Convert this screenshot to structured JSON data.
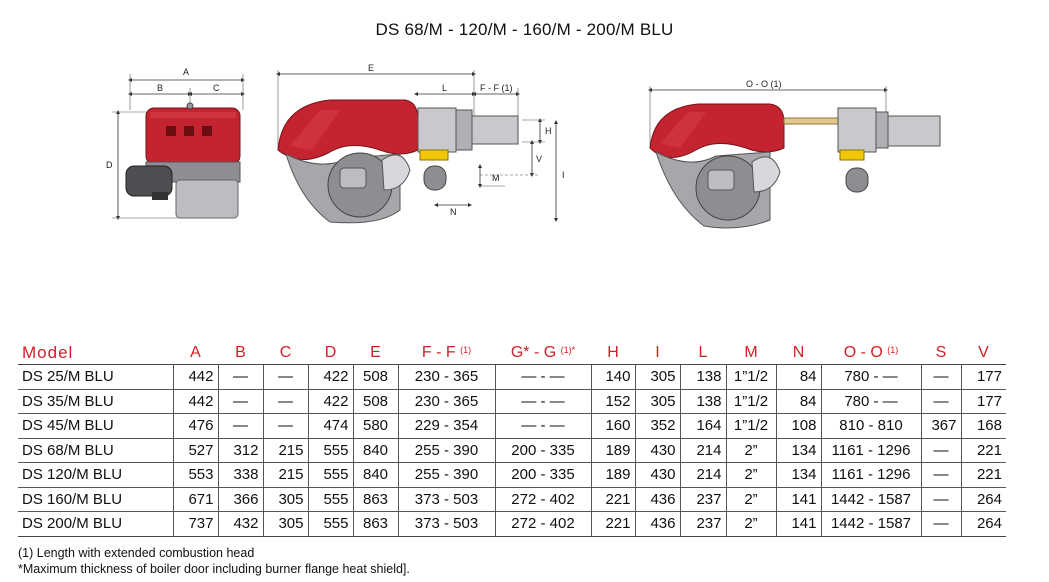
{
  "title": "DS 68/M - 120/M - 160/M - 200/M BLU",
  "drawing_labels": {
    "a": "A",
    "b": "B",
    "c": "C",
    "d": "D",
    "e": "E",
    "l": "L",
    "ff": "F - F (1)",
    "h": "H",
    "v": "V",
    "m": "M",
    "n": "N",
    "i": "I",
    "oo": "O - O (1)"
  },
  "colors": {
    "accent": "#d41f26",
    "burner_red": "#c4242f",
    "body_grey": "#a7a7ab"
  },
  "table": {
    "headers": [
      "Model",
      "A",
      "B",
      "C",
      "D",
      "E",
      "F - F",
      "G* - G",
      "H",
      "I",
      "L",
      "M",
      "N",
      "O - O",
      "S",
      "V"
    ],
    "header_sups": {
      "6": "(1)",
      "7": "(1)*",
      "13": "(1)"
    },
    "rows": [
      [
        "DS 25/M BLU",
        "442",
        "—",
        "—",
        "422",
        "508",
        "230 - 365",
        "— - —",
        "140",
        "305",
        "138",
        "1”1/2",
        "84",
        "780 - —",
        "—",
        "177"
      ],
      [
        "DS 35/M BLU",
        "442",
        "—",
        "—",
        "422",
        "508",
        "230 - 365",
        "— - —",
        "152",
        "305",
        "138",
        "1”1/2",
        "84",
        "780 - —",
        "—",
        "177"
      ],
      [
        "DS 45/M BLU",
        "476",
        "—",
        "—",
        "474",
        "580",
        "229 - 354",
        "— - —",
        "160",
        "352",
        "164",
        "1”1/2",
        "108",
        "810 - 810",
        "367",
        "168"
      ],
      [
        "DS 68/M BLU",
        "527",
        "312",
        "215",
        "555",
        "840",
        "255 - 390",
        "200 - 335",
        "189",
        "430",
        "214",
        "2”",
        "134",
        "1161 - 1296",
        "—",
        "221"
      ],
      [
        "DS 120/M BLU",
        "553",
        "338",
        "215",
        "555",
        "840",
        "255 - 390",
        "200 - 335",
        "189",
        "430",
        "214",
        "2”",
        "134",
        "1161 - 1296",
        "—",
        "221"
      ],
      [
        "DS 160/M BLU",
        "671",
        "366",
        "305",
        "555",
        "863",
        "373 - 503",
        "272 - 402",
        "221",
        "436",
        "237",
        "2”",
        "141",
        "1442 - 1587",
        "—",
        "264"
      ],
      [
        "DS 200/M BLU",
        "737",
        "432",
        "305",
        "555",
        "863",
        "373 - 503",
        "272 - 402",
        "221",
        "436",
        "237",
        "2”",
        "141",
        "1442 - 1587",
        "—",
        "264"
      ]
    ]
  },
  "notes": [
    "(1) Length with extended combustion head",
    "*Maximum thickness of boiler door including burner flange heat shield]."
  ]
}
